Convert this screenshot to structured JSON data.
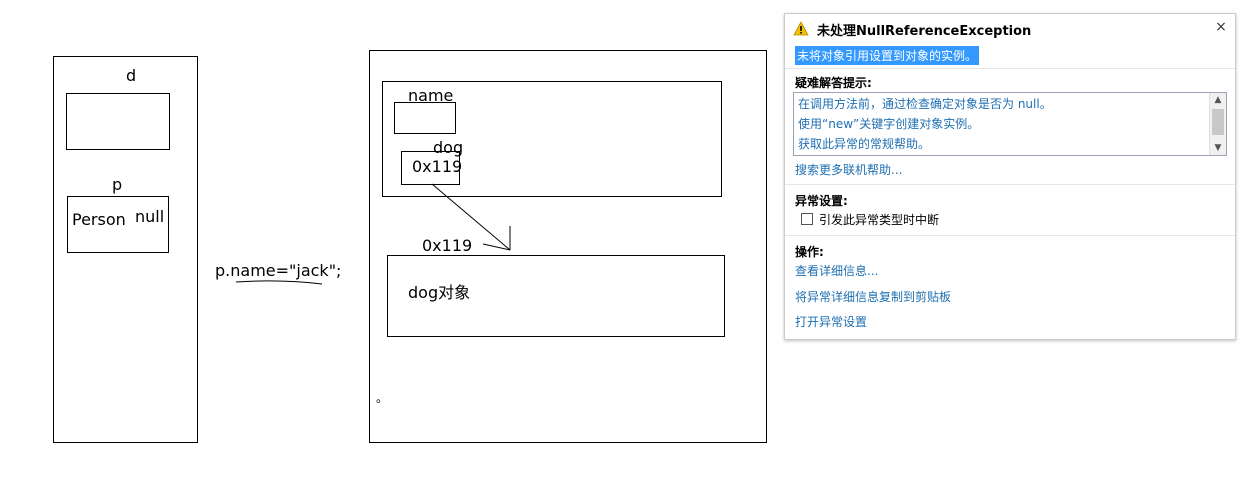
{
  "diagram": {
    "stack": {
      "var_d": "d",
      "var_p": "p",
      "p_type": "Person",
      "p_value": "null"
    },
    "code": "p.name=\"jack\";",
    "heap": {
      "field_name": "name",
      "field_dog": "dog",
      "dog_ref": "0x119",
      "dog_addr": "0x119",
      "dog_object": "dog对象",
      "dot": "。"
    }
  },
  "exception_dialog": {
    "title": "未处理NullReferenceException",
    "close": "×",
    "message": "未将对象引用设置到对象的实例。",
    "hints_title": "疑难解答提示:",
    "hints": [
      "在调用方法前，通过检查确定对象是否为 null。",
      "使用“new”关键字创建对象实例。",
      "获取此异常的常规帮助。"
    ],
    "search_link": "搜索更多联机帮助...",
    "settings_title": "异常设置:",
    "break_checkbox_label": "引发此异常类型时中断",
    "break_checked": false,
    "actions_title": "操作:",
    "actions": [
      "查看详细信息...",
      "将异常详细信息复制到剪贴板",
      "打开异常设置"
    ],
    "colors": {
      "link": "#1f6fb2",
      "highlight": "#3399ff",
      "warning": "#f2c200"
    }
  }
}
